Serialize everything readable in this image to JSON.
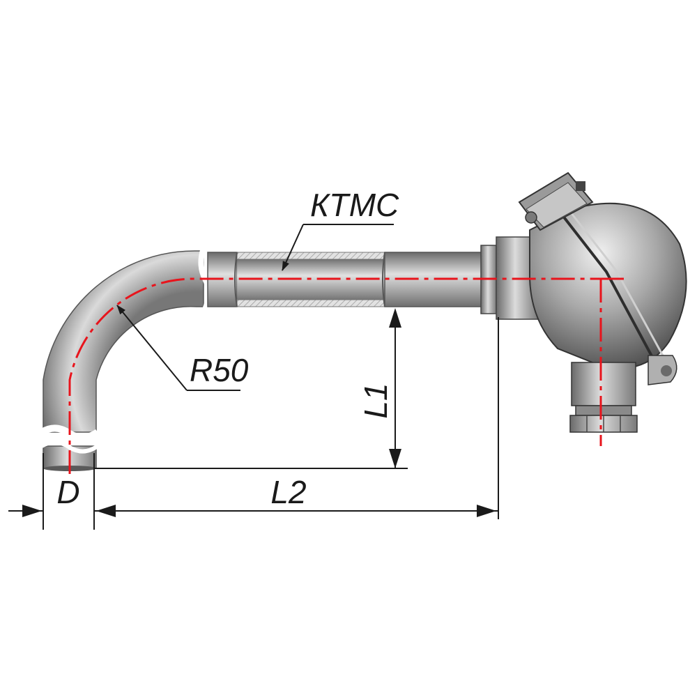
{
  "labels": {
    "cable": "КТМС",
    "radius": "R50",
    "length_vertical": "L1",
    "length_horizontal": "L2",
    "diameter": "D"
  },
  "colors": {
    "centerline": "#e8141c",
    "metal_dark": "#5e5e5e",
    "metal_light": "#d8d8d8",
    "lines": "#1a1a1a"
  }
}
